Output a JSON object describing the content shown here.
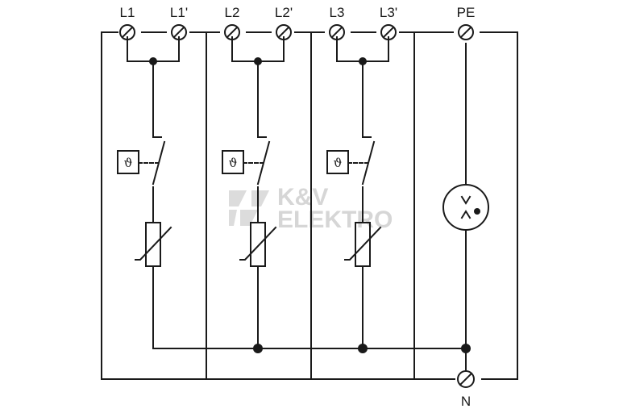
{
  "terminals": {
    "l1": "L1",
    "l1p": "L1'",
    "l2": "L2",
    "l2p": "L2'",
    "l3": "L3",
    "l3p": "L3'",
    "pe": "PE",
    "n": "N"
  },
  "thermal_symbol": "ϑ",
  "watermark": {
    "line1": "K&V",
    "line2": "ELEKTRO"
  },
  "colors": {
    "line": "#1a1a1a",
    "watermark": "#d6d6d6"
  }
}
